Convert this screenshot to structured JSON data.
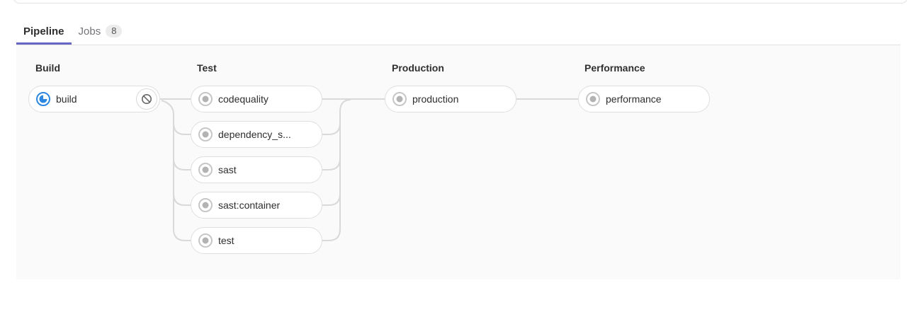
{
  "tabs": {
    "pipeline_label": "Pipeline",
    "jobs_label": "Jobs",
    "jobs_count": "8"
  },
  "colors": {
    "accent_tab_underline": "#6666c4",
    "status_running_blue": "#2e87e0",
    "status_created_ring": "#c7c7c7",
    "status_created_dot": "#b3b3b3",
    "connector_gray": "#d9d9d9",
    "graph_background": "#fafafa",
    "pill_border": "#dfdfdf"
  },
  "stages": [
    {
      "name": "Build",
      "jobs": [
        {
          "label": "build",
          "status": "running",
          "status_icon": "running-status-icon",
          "action": "cancel"
        }
      ]
    },
    {
      "name": "Test",
      "jobs": [
        {
          "label": "codequality",
          "status": "created",
          "status_icon": "created-status-icon"
        },
        {
          "label": "dependency_s...",
          "status": "created",
          "status_icon": "created-status-icon"
        },
        {
          "label": "sast",
          "status": "created",
          "status_icon": "created-status-icon"
        },
        {
          "label": "sast:container",
          "status": "created",
          "status_icon": "created-status-icon"
        },
        {
          "label": "test",
          "status": "created",
          "status_icon": "created-status-icon"
        }
      ]
    },
    {
      "name": "Production",
      "jobs": [
        {
          "label": "production",
          "status": "created",
          "status_icon": "created-status-icon"
        }
      ]
    },
    {
      "name": "Performance",
      "jobs": [
        {
          "label": "performance",
          "status": "created",
          "status_icon": "created-status-icon"
        }
      ]
    }
  ]
}
